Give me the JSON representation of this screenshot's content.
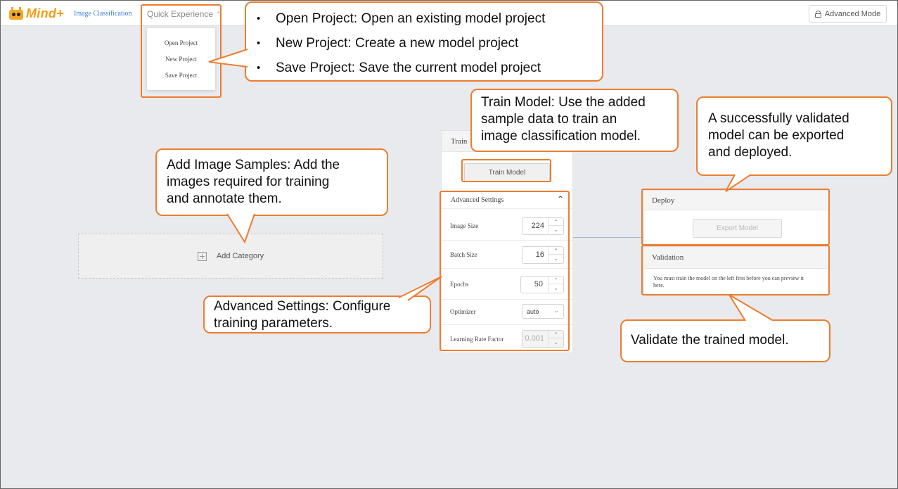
{
  "header": {
    "brand": "Mind+",
    "nav_link": "Image Classification",
    "quick_experience": "Quick Experience",
    "advanced_mode": "Advanced Mode"
  },
  "dropdown": {
    "items": [
      "Open Project",
      "New Project",
      "Save Project"
    ]
  },
  "samples": {
    "add_category": "Add Category"
  },
  "train": {
    "title": "Train",
    "button": "Train Model",
    "advanced_title": "Advanced Settings",
    "params": [
      {
        "label": "Image Size",
        "value": "224"
      },
      {
        "label": "Batch Size",
        "value": "16"
      },
      {
        "label": "Epochs",
        "value": "50"
      },
      {
        "label": "Optimizer",
        "value": "auto"
      },
      {
        "label": "Learning Rate Factor",
        "value": "0.001"
      }
    ]
  },
  "deploy": {
    "title": "Deploy",
    "button": "Export Model"
  },
  "validation": {
    "title": "Validation",
    "message": "You must train the model on the left first before you can preview it here."
  },
  "callouts": {
    "project_menu": [
      "Open Project: Open an existing model project",
      "New Project: Create a new model project",
      "Save Project: Save the current model project"
    ],
    "train_model": [
      "Train Model: Use the added",
      "sample data to train an",
      "image classification model."
    ],
    "export": [
      "A successfully validated",
      "model can be exported",
      "and deployed."
    ],
    "add_samples": [
      "Add Image Samples: Add the",
      "images required for training",
      "and annotate them."
    ],
    "advanced_settings": [
      "Advanced Settings: Configure",
      "training parameters."
    ],
    "validate": "Validate the trained model."
  },
  "colors": {
    "callout_border": "#ed7d31",
    "brand": "#f39c12",
    "link": "#3b7ddd"
  }
}
